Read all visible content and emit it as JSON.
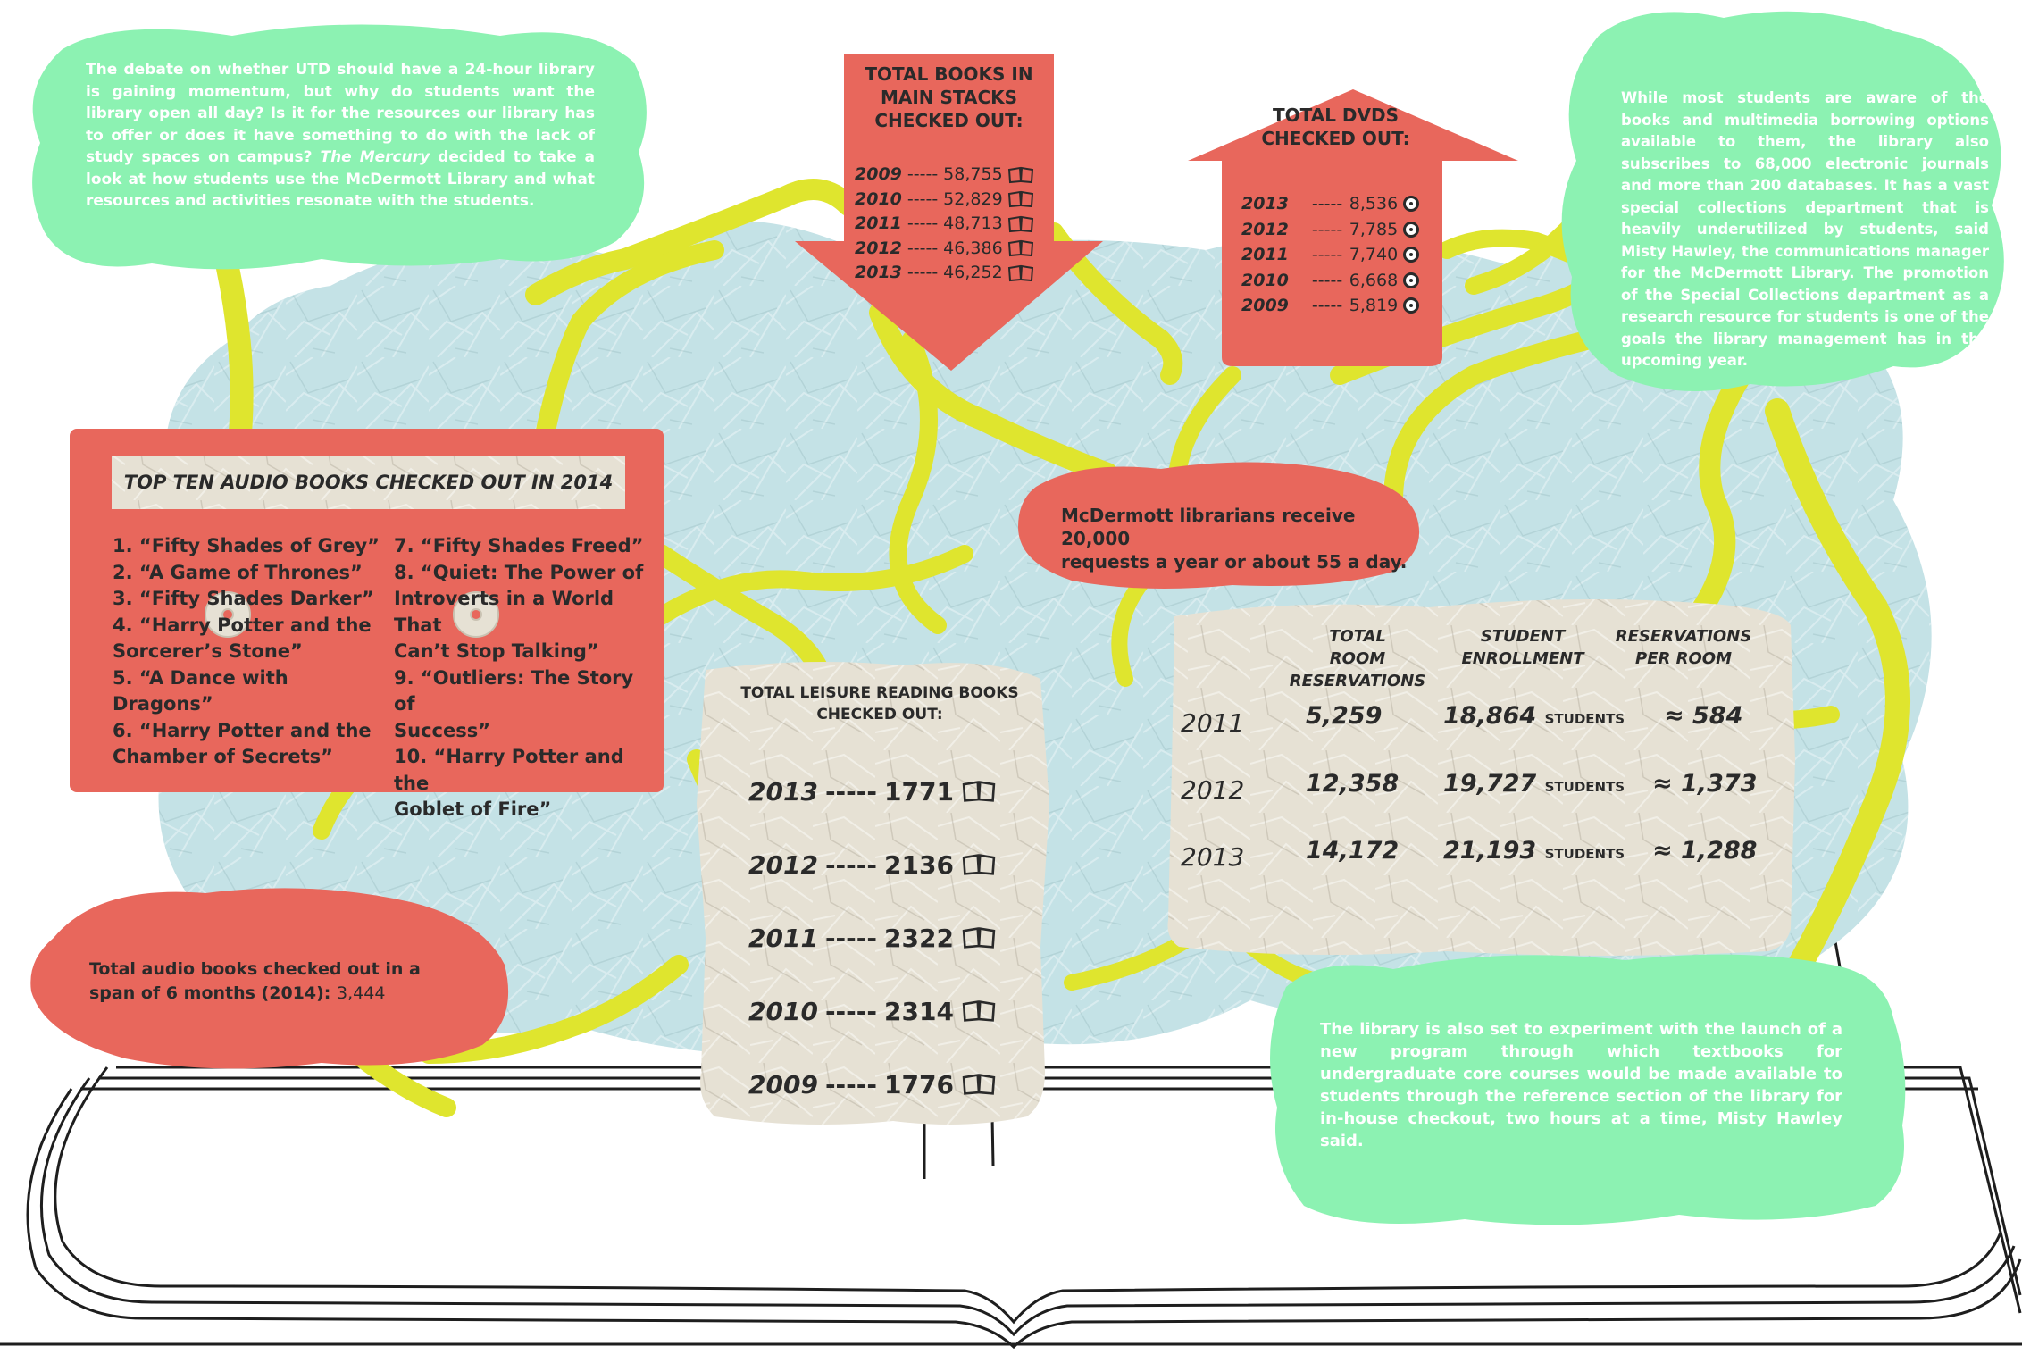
{
  "intro_note": {
    "text_before": "The debate on whether UTD should have a 24-hour library is gaining momentum, but why do students want the library open all day? Is it for the resources our library has to offer or does it have something to do with the lack of study spaces on campus? ",
    "publication": "The Mercury",
    "text_after": " decided to take a look at how students use the McDermott Library and what resources and activities resonate with the students."
  },
  "main_stacks": {
    "title": "TOTAL BOOKS IN MAIN STACKS CHECKED OUT:",
    "rows": [
      {
        "year": "2009",
        "value": "58,755"
      },
      {
        "year": "2010",
        "value": "52,829"
      },
      {
        "year": "2011",
        "value": "48,713"
      },
      {
        "year": "2012",
        "value": "46,386"
      },
      {
        "year": "2013",
        "value": "46,252"
      }
    ]
  },
  "dvds": {
    "title": "TOTAL DVDS CHECKED OUT:",
    "rows": [
      {
        "year": "2013",
        "value": "8,536"
      },
      {
        "year": "2012",
        "value": "7,785"
      },
      {
        "year": "2011",
        "value": "7,740"
      },
      {
        "year": "2010",
        "value": "6,668"
      },
      {
        "year": "2009",
        "value": "5,819"
      }
    ]
  },
  "electronic_note": {
    "text": "While most students are aware of the books and multimedia borrowing options available to them, the library also subscribes to 68,000 electronic journals and more than 200 databases. It has a vast special collections department that is heavily underutilized by students, said Misty Hawley, the communications manager for the McDermott Library. The promotion of the Special Collections department as a research resource for students is one of the goals the library management has in the upcoming year."
  },
  "audio_books": {
    "title": "TOP TEN AUDIO BOOKS CHECKED OUT IN 2014",
    "col1": [
      "1. “Fifty Shades of Grey”",
      "2. “A Game of Thrones”",
      "3. “Fifty Shades Darker”",
      "4. “Harry Potter and the",
      "Sorcerer’s Stone”",
      "5. “A Dance with Dragons”",
      "6. “Harry Potter and the",
      "Chamber of Secrets”"
    ],
    "col2": [
      "7. “Fifty Shades Freed”",
      "8. “Quiet: The Power of",
      "Introverts in a World That",
      "Can’t Stop Talking”",
      "9. “Outliers: The Story of",
      "Success”",
      "10. “Harry Potter and the",
      "Goblet of Fire”"
    ]
  },
  "requests_note": {
    "line1": "McDermott librarians receive 20,000",
    "line2": "requests a year or about 55 a day."
  },
  "leisure": {
    "title_line1": "TOTAL LEISURE READING BOOKS",
    "title_line2": "CHECKED OUT:",
    "rows": [
      {
        "year": "2013",
        "value": "1771"
      },
      {
        "year": "2012",
        "value": "2136"
      },
      {
        "year": "2011",
        "value": "2322"
      },
      {
        "year": "2010",
        "value": "2314"
      },
      {
        "year": "2009",
        "value": "1776"
      }
    ],
    "dashes": "-----"
  },
  "rooms": {
    "headers": {
      "reservations_l1": "TOTAL",
      "reservations_l2": "ROOM RESERVATIONS",
      "enrollment_l1": "STUDENT",
      "enrollment_l2": "ENROLLMENT",
      "per_room_l1": "RESERVATIONS",
      "per_room_l2": "PER ROOM"
    },
    "students_label": "STUDENTS",
    "rows": [
      {
        "year": "2011",
        "reservations": "5,259",
        "enrollment": "18,864",
        "per_room": "≈ 584"
      },
      {
        "year": "2012",
        "reservations": "12,358",
        "enrollment": "19,727",
        "per_room": "≈ 1,373"
      },
      {
        "year": "2013",
        "reservations": "14,172",
        "enrollment": "21,193",
        "per_room": "≈ 1,288"
      }
    ]
  },
  "audio_total_note": {
    "line1": "Total audio books checked out in a",
    "line2_label": "span of 6 months (2014): ",
    "line2_value": "3,444"
  },
  "textbook_note": {
    "text": "The library is also set to experiment with the launch of a new program through which textbooks for undergraduate core courses would be made available to students through the reference section of the library for in-house checkout, two hours at a time, Misty Hawley said."
  },
  "colors": {
    "green": "#8cf2b2",
    "red": "#e8675c",
    "yellow": "#dfe52e",
    "paper_blue": "#c4e2e6",
    "paper_cream": "#e6e1d4",
    "ink": "#2a2a2a"
  }
}
